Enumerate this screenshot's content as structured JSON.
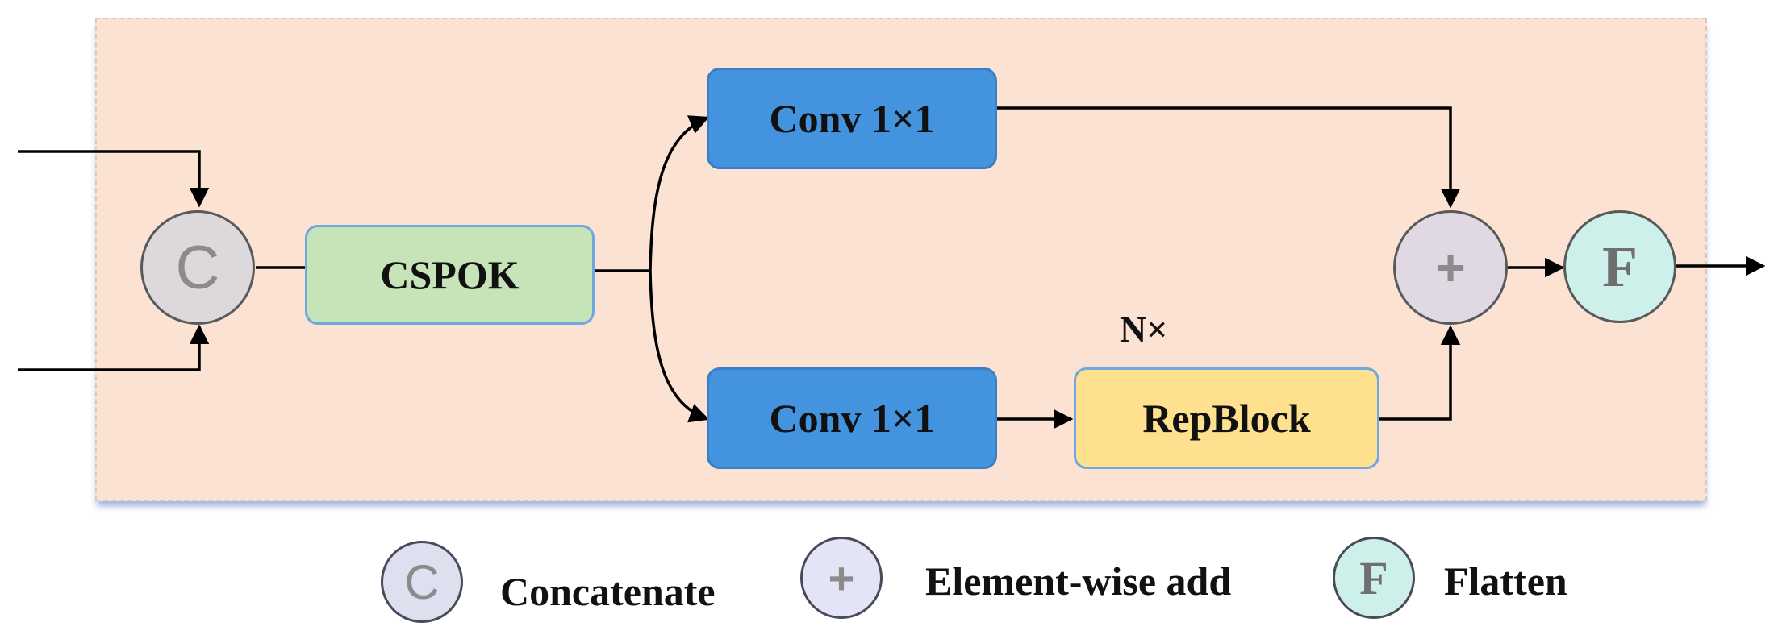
{
  "blocks": {
    "cspok": "CSPOK",
    "conv_top": "Conv 1×1",
    "conv_bottom": "Conv 1×1",
    "repblock": "RepBlock",
    "repeat_label": "N×"
  },
  "nodes": {
    "concat_symbol": "C",
    "add_symbol": "+",
    "flatten_symbol": "F"
  },
  "legend": [
    {
      "symbol": "C",
      "label": "Concatenate"
    },
    {
      "symbol": "+",
      "label": "Element-wise add"
    },
    {
      "symbol": "F",
      "label": "Flatten"
    }
  ],
  "colors": {
    "panel": "#fbe2d2",
    "conv": "#4393de",
    "cspok": "#c6e4b8",
    "repblock": "#ffe08e",
    "flatten": "#cdf0eb"
  }
}
